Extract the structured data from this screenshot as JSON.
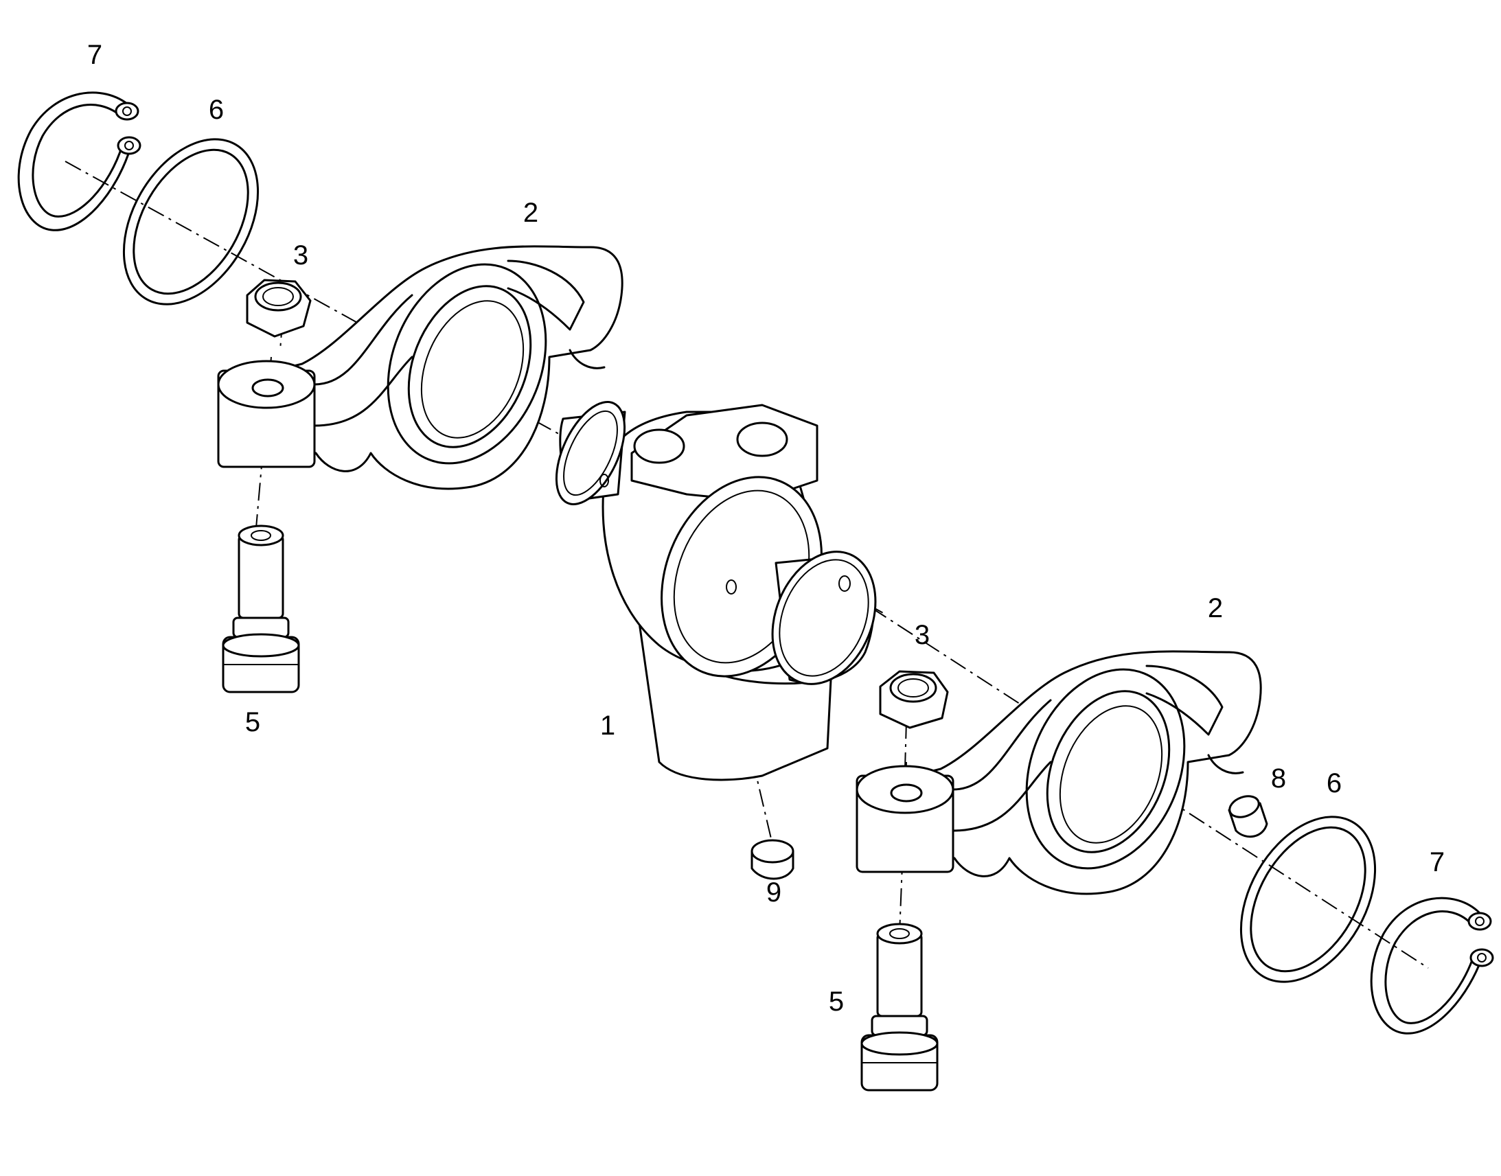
{
  "callouts": [
    {
      "id": "c7a",
      "text": "7"
    },
    {
      "id": "c6a",
      "text": "6"
    },
    {
      "id": "c2a",
      "text": "2"
    },
    {
      "id": "c3a",
      "text": "3"
    },
    {
      "id": "c5a",
      "text": "5"
    },
    {
      "id": "c1",
      "text": "1"
    },
    {
      "id": "c2b",
      "text": "2"
    },
    {
      "id": "c3b",
      "text": "3"
    },
    {
      "id": "c8",
      "text": "8"
    },
    {
      "id": "c6b",
      "text": "6"
    },
    {
      "id": "c9",
      "text": "9"
    },
    {
      "id": "c7b",
      "text": "7"
    },
    {
      "id": "c5b",
      "text": "5"
    }
  ]
}
